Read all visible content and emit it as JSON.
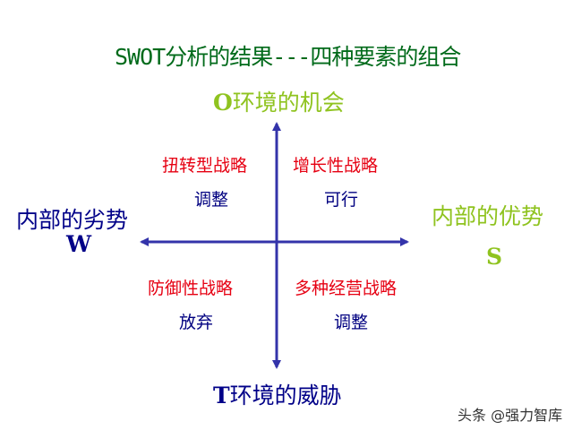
{
  "title": "SWOT分析的结果---四种要素的组合",
  "axes": {
    "top": {
      "letter": "O",
      "label": "环境的机会"
    },
    "bottom": {
      "letter": "T",
      "label": "环境的威胁"
    },
    "left": {
      "label": "内部的劣势",
      "letter": "W"
    },
    "right": {
      "label": "内部的优势",
      "letter": "S"
    }
  },
  "quadrants": {
    "top_left": {
      "strategy": "扭转型战略",
      "action": "调整"
    },
    "top_right": {
      "strategy": "增长性战略",
      "action": "可行"
    },
    "bottom_left": {
      "strategy": "防御性战略",
      "action": "放弃"
    },
    "bottom_right": {
      "strategy": "多种经营战略",
      "action": "调整"
    }
  },
  "watermark": "头条 @强力智库",
  "colors": {
    "title": "#006a1a",
    "opportunity": "#8fc31f",
    "threat": "#000088",
    "strategy": "#e60012",
    "action": "#000080",
    "axis": "#3333aa"
  }
}
